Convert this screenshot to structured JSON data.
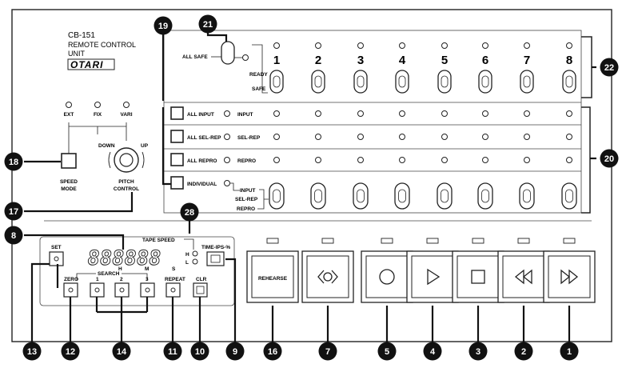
{
  "panel": {
    "model": "CB-151",
    "name_line1": "REMOTE CONTROL",
    "name_line2": "UNIT",
    "brand": "OTARI"
  },
  "speed": {
    "lamps": [
      "EXT",
      "FIX",
      "VARI"
    ],
    "mode_label_1": "SPEED",
    "mode_label_2": "MODE",
    "down": "DOWN",
    "up": "UP",
    "pitch_label_1": "PITCH",
    "pitch_label_2": "CONTROL"
  },
  "safe": {
    "all_safe": "ALL SAFE",
    "ready": "READY",
    "safe": "SAFE"
  },
  "tracks": [
    "1",
    "2",
    "3",
    "4",
    "5",
    "6",
    "7",
    "8"
  ],
  "monitor": {
    "all_input": "ALL INPUT",
    "input": "INPUT",
    "all_sel_rep": "ALL SEL-REP",
    "sel_rep": "SEL-REP",
    "all_repro": "ALL REPRO",
    "repro": "REPRO",
    "individual": "INDIVIDUAL",
    "ind_input": "INPUT",
    "ind_sel_rep": "SEL-REP",
    "ind_repro": "REPRO"
  },
  "locator": {
    "set": "SET",
    "display": "888888",
    "h": "H",
    "m": "M",
    "s": "S",
    "search": "SEARCH",
    "tape_speed": "TAPE SPEED",
    "hi": "H",
    "lo": "L",
    "time_ips": "TIME-IPS-%",
    "zero": "ZERO",
    "mem1": "1",
    "mem2": "2",
    "mem3": "3",
    "repeat": "REPEAT",
    "clr": "CLR"
  },
  "transport": {
    "rehearse": "REHEARSE"
  },
  "callouts": [
    "1",
    "2",
    "3",
    "4",
    "5",
    "7",
    "8",
    "9",
    "10",
    "11",
    "12",
    "13",
    "14",
    "16",
    "17",
    "18",
    "19",
    "20",
    "21",
    "22",
    "28"
  ]
}
